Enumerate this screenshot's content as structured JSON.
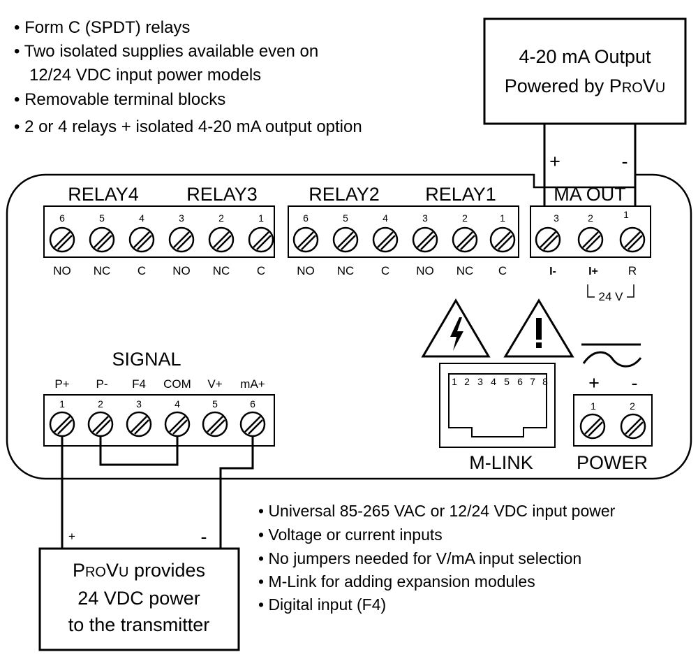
{
  "top_features": [
    "• Form C (SPDT) relays",
    "• Two isolated supplies available even on",
    "  12/24 VDC input power models",
    "• Removable terminal blocks",
    "• 2 or 4 relays + isolated 4-20 mA output option"
  ],
  "output_box": {
    "line1": "4-20 mA Output",
    "line2_prefix": "Powered by ",
    "brand_P": "P",
    "brand_RO": "RO",
    "brand_V": "V",
    "brand_U": "U"
  },
  "ma_out": {
    "title": "MA OUT",
    "plus": "+",
    "minus": "-",
    "nums": [
      "3",
      "2",
      "1"
    ],
    "labels": [
      "I-",
      "I+",
      "R"
    ],
    "supply": "24 V"
  },
  "relays": {
    "headers": [
      "RELAY4",
      "RELAY3",
      "RELAY2",
      "RELAY1"
    ],
    "nums": [
      "6",
      "5",
      "4",
      "3",
      "2",
      "1"
    ],
    "labels": [
      "NO",
      "NC",
      "C",
      "NO",
      "NC",
      "C"
    ]
  },
  "signal": {
    "title": "SIGNAL",
    "labels": [
      "P+",
      "P-",
      "F4",
      "COM",
      "V+",
      "mA+"
    ],
    "nums": [
      "1",
      "2",
      "3",
      "4",
      "5",
      "6"
    ]
  },
  "mlink": {
    "title": "M-LINK",
    "pins": [
      "1",
      "2",
      "3",
      "4",
      "5",
      "6",
      "7",
      "8"
    ]
  },
  "power": {
    "title": "POWER",
    "plus": "+",
    "minus": "-",
    "nums": [
      "1",
      "2"
    ]
  },
  "transmitter": {
    "plus": "+",
    "minus": "-",
    "brand_P": "P",
    "brand_RO": "RO",
    "brand_V": "V",
    "brand_U": "U",
    "line1_suffix": " provides",
    "line2": "24 VDC power",
    "line3": "to the transmitter"
  },
  "bottom_features": [
    "• Universal 85-265 VAC or 12/24 VDC input power",
    "• Voltage or current inputs",
    "• No jumpers needed for V/mA input selection",
    "• M-Link for adding expansion modules",
    "• Digital input (F4)"
  ],
  "icons": [
    "electrical-hazard-icon",
    "caution-icon",
    "ac-power-icon",
    "screw-terminal-icon"
  ]
}
